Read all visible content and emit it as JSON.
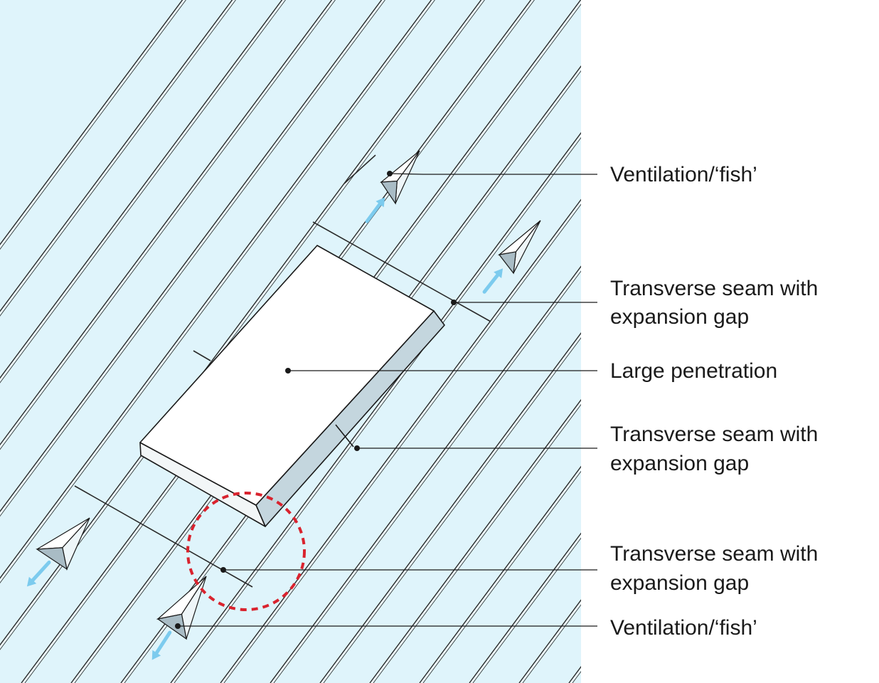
{
  "colors": {
    "roof": "#dff4fb",
    "seam": "#2a2a2a",
    "penetration_top": "#ffffff",
    "penetration_side": "#c4d6de",
    "arrow": "#7ccbee",
    "circle": "#d9232e",
    "leader": "#1a1a1a"
  },
  "labels": {
    "ventilation_top": "Ventilation/‘fish’",
    "seam_upper_line1": "Transverse seam with",
    "seam_upper_line2": "expansion gap",
    "penetration": "Large penetration",
    "seam_mid_line1": "Transverse seam with",
    "seam_mid_line2": "expansion gap",
    "seam_lower_line1": "Transverse seam with",
    "seam_lower_line2": "expansion gap",
    "ventilation_bottom": "Ventilation/‘fish’"
  }
}
